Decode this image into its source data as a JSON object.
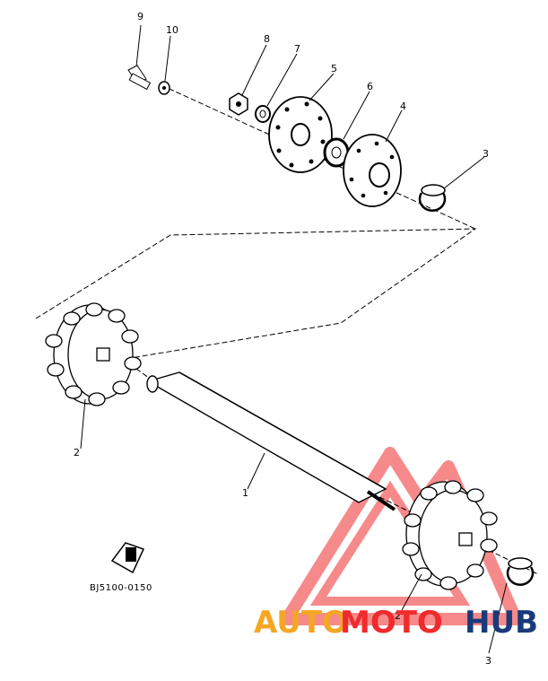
{
  "diagram": {
    "callouts": [
      {
        "id": "9",
        "label": "9"
      },
      {
        "id": "10",
        "label": "10"
      },
      {
        "id": "8",
        "label": "8"
      },
      {
        "id": "7",
        "label": "7"
      },
      {
        "id": "5",
        "label": "5"
      },
      {
        "id": "6",
        "label": "6"
      },
      {
        "id": "4",
        "label": "4"
      },
      {
        "id": "3a",
        "label": "3"
      },
      {
        "id": "2a",
        "label": "2"
      },
      {
        "id": "1",
        "label": "1"
      },
      {
        "id": "2b",
        "label": "2"
      },
      {
        "id": "3b",
        "label": "3"
      }
    ],
    "part_code": "BJ5100-0150"
  },
  "watermark": {
    "part1": "AUTO",
    "part2": "MOTO",
    "part3": "HUB",
    "colors": {
      "auto": "#f5a623",
      "moto": "#ef2b2d",
      "hub": "#1a3a7a",
      "triangle": "#ef2b2d"
    }
  }
}
